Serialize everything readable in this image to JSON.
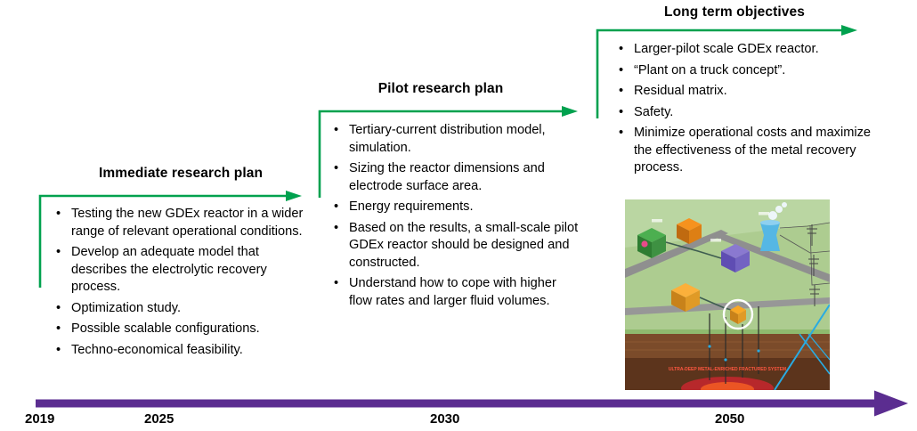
{
  "sections": [
    {
      "title": "Immediate research plan",
      "bullets": [
        "Testing the new GDEx reactor in a wider range of relevant operational conditions.",
        "Develop an adequate model that describes the electrolytic recovery process.",
        "Optimization study.",
        "Possible scalable configurations.",
        "Techno-economical feasibility."
      ]
    },
    {
      "title": "Pilot research plan",
      "bullets": [
        "Tertiary-current distribution model, simulation.",
        "Sizing the reactor dimensions and electrode surface area.",
        "Energy requirements.",
        "Based on the results, a small-scale pilot GDEx reactor should be designed and constructed.",
        "Understand how to cope with higher flow rates and larger fluid volumes."
      ]
    },
    {
      "title": "Long term objectives",
      "bullets": [
        "Larger-pilot scale GDEx reactor.",
        "“Plant on a truck concept”.",
        "Residual matrix.",
        "Safety.",
        "Minimize operational costs and maximize the effectiveness of the metal recovery process."
      ]
    }
  ],
  "timeline": {
    "years": [
      "2019",
      "2025",
      "2030",
      "2050"
    ]
  },
  "colors": {
    "arrow_green": "#00A14E",
    "timeline_purple": "#5B2D90"
  },
  "illustration": {
    "caption": "ULTRA-DEEP METAL-ENRICHED FRACTURED SYSTEM"
  }
}
